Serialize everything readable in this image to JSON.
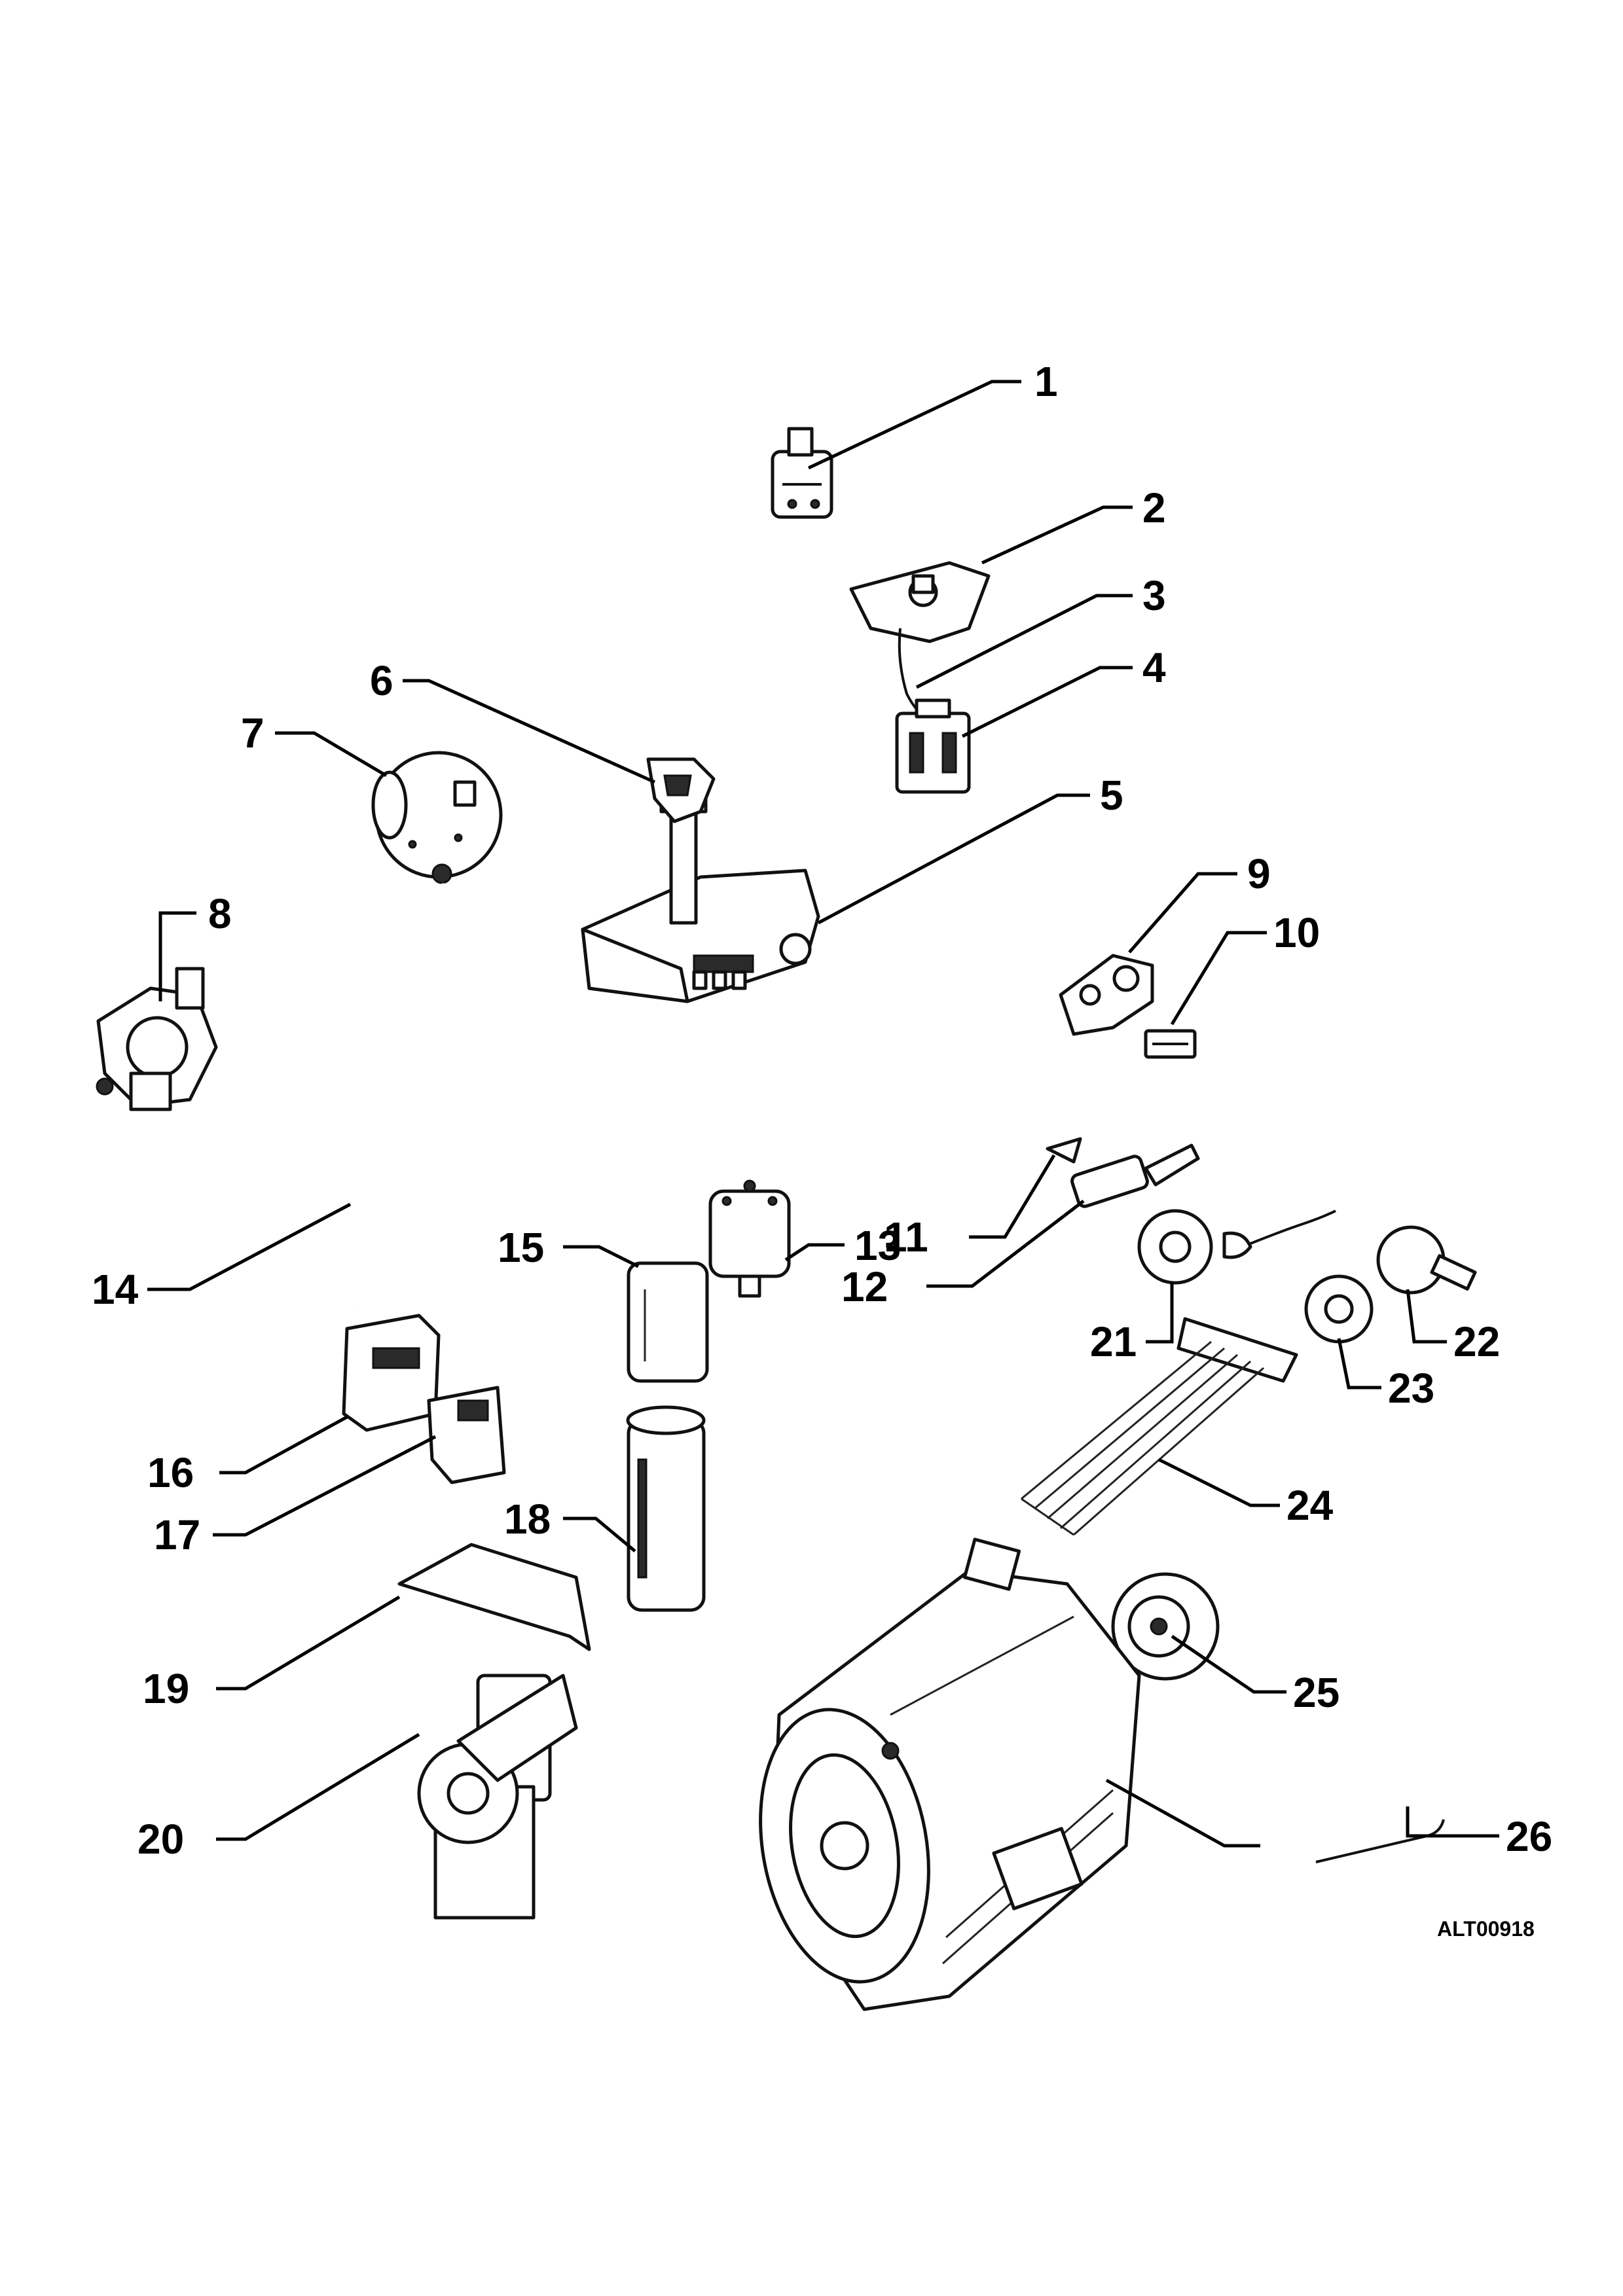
{
  "diagram": {
    "reference_code": "ALT00918",
    "callouts": [
      "1",
      "2",
      "3",
      "4",
      "5",
      "6",
      "7",
      "8",
      "9",
      "10",
      "11",
      "12",
      "13",
      "14",
      "15",
      "16",
      "17",
      "18",
      "19",
      "20",
      "21",
      "22",
      "23",
      "24",
      "25",
      "26"
    ]
  }
}
